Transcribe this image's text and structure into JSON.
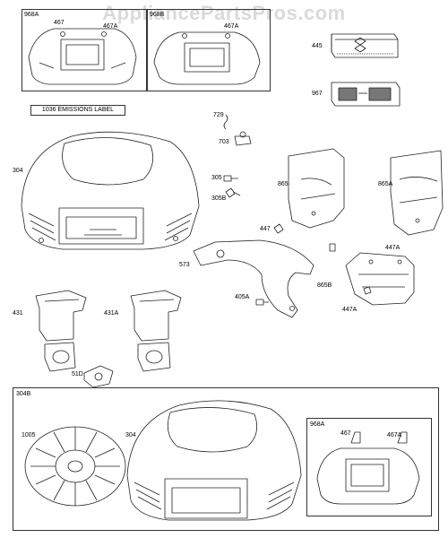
{
  "watermark": "AppliancePartsPros.com",
  "emissions_label": "1036 EMISSIONS LABEL",
  "callouts": {
    "box_968a_top": "968A",
    "p467_top_left": "467",
    "p467a_top_left": "467A",
    "box_968b_top": "968B",
    "p467a_top_mid": "467A",
    "p445": "445",
    "p967": "967",
    "p729": "729",
    "p703": "703",
    "p304_top": "304",
    "p305": "305",
    "p305b": "305B",
    "p865": "865",
    "p865a": "865A",
    "p447": "447",
    "p447a_mid": "447A",
    "p573": "573",
    "p865b": "865B",
    "p405a": "405A",
    "p447a_low": "447A",
    "p431": "431",
    "p431a": "431A",
    "p51d": "51D",
    "box_304b": "304B",
    "p1005": "1005",
    "p304_bottom": "304",
    "box_968a_bottom": "968A",
    "p467_bottom": "467",
    "p467a_bottom": "467A"
  }
}
